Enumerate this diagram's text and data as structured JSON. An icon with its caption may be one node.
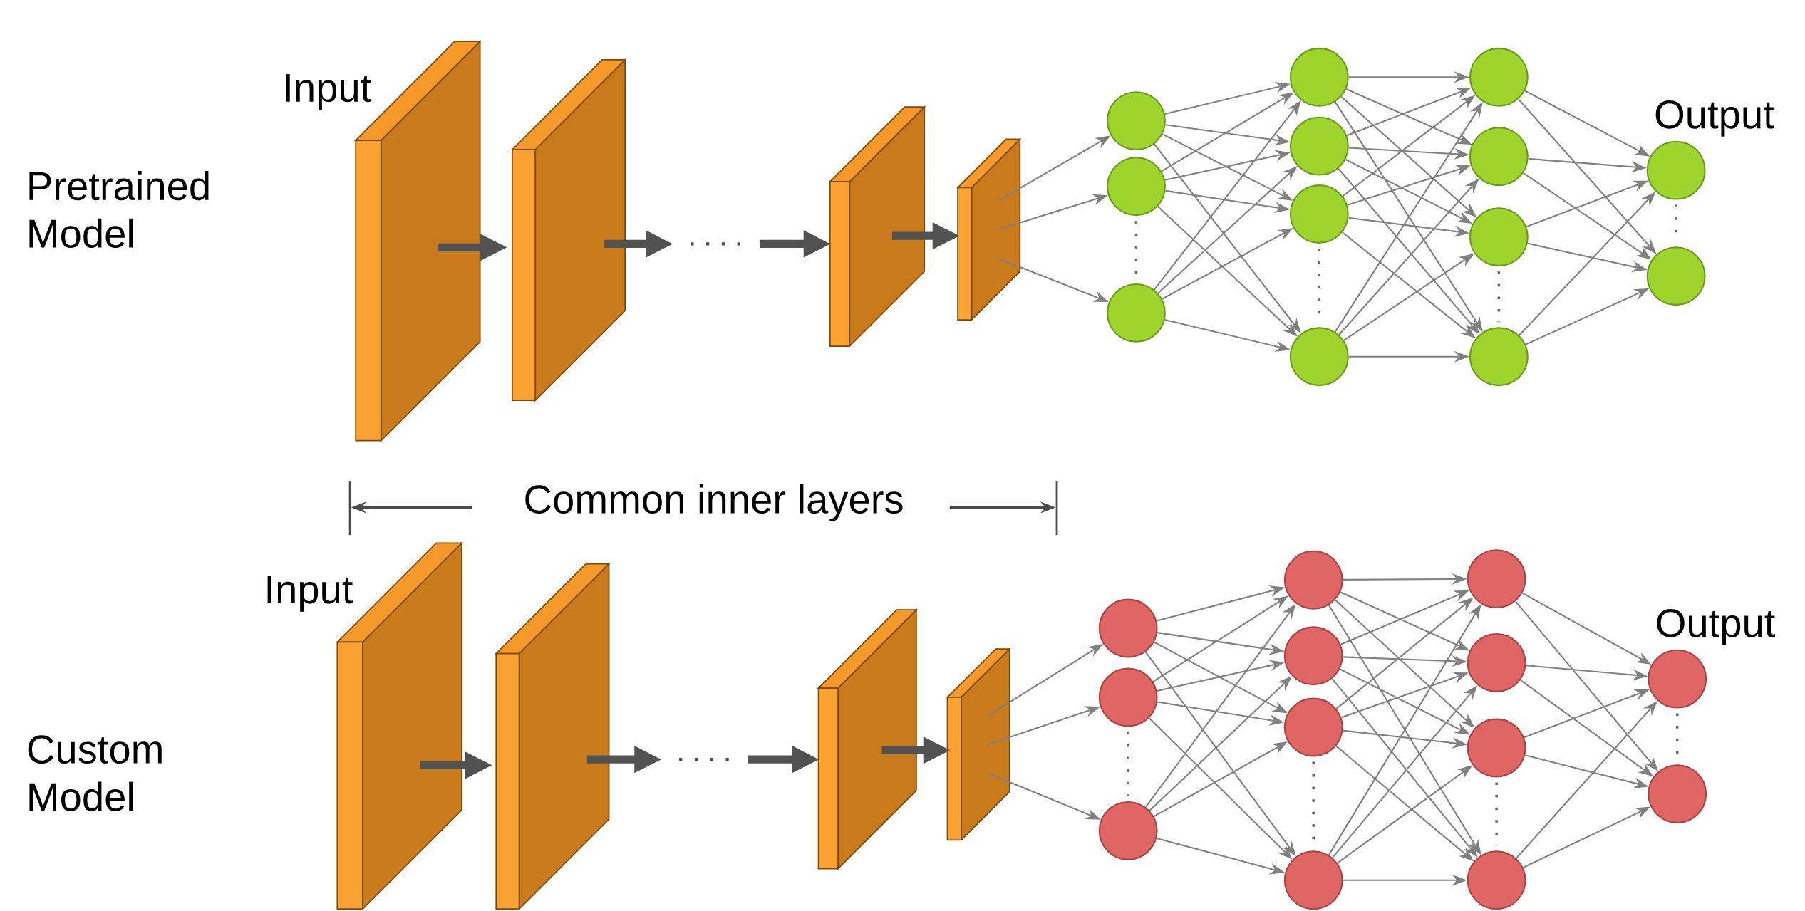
{
  "diagram": {
    "nodes": [
      {
        "text": [],
        "shape": "box",
        "beside": [
          "Input"
        ]
      },
      {
        "text": [],
        "shape": "box"
      },
      {
        "text": [],
        "shape": "box"
      },
      {
        "text": [],
        "shape": "box"
      },
      {
        "text": [],
        "shape": "circle"
      },
      {
        "text": [],
        "shape": "circle"
      },
      {
        "text": [],
        "shape": "circle"
      },
      {
        "text": [],
        "shape": "circle"
      },
      {
        "text": [],
        "shape": "circle"
      },
      {
        "text": [],
        "shape": "circle"
      },
      {
        "text": [],
        "shape": "circle"
      },
      {
        "text": [],
        "shape": "circle"
      },
      {
        "text": [],
        "shape": "circle"
      },
      {
        "text": [],
        "shape": "circle"
      },
      {
        "text": [],
        "shape": "circle"
      },
      {
        "text": [],
        "shape": "circle",
        "beside": [
          "Output"
        ]
      },
      {
        "text": [],
        "shape": "circle"
      },
      {
        "text": [],
        "shape": "box",
        "beside": [
          "Input"
        ]
      },
      {
        "text": [],
        "shape": "box"
      },
      {
        "text": [],
        "shape": "box"
      },
      {
        "text": [],
        "shape": "box"
      },
      {
        "text": [],
        "shape": "circle"
      },
      {
        "text": [],
        "shape": "circle"
      },
      {
        "text": [],
        "shape": "circle"
      },
      {
        "text": [],
        "shape": "circle"
      },
      {
        "text": [],
        "shape": "circle"
      },
      {
        "text": [],
        "shape": "circle"
      },
      {
        "text": [],
        "shape": "circle"
      },
      {
        "text": [],
        "shape": "circle"
      },
      {
        "text": [],
        "shape": "circle"
      },
      {
        "text": [],
        "shape": "circle"
      },
      {
        "text": [],
        "shape": "circle"
      },
      {
        "text": [],
        "shape": "circle",
        "beside": [
          "Output"
        ]
      },
      {
        "text": [],
        "shape": "circle"
      }
    ],
    "edges": [
      {
        "from": 0,
        "to": 1,
        "arrow": "to",
        "style": "thick"
      },
      {
        "from": 1,
        "to": null,
        "arrow": "to",
        "style": "thick"
      },
      {
        "from": null,
        "to": 2,
        "arrow": "to",
        "style": "thick"
      },
      {
        "from": 2,
        "to": 3,
        "arrow": "to",
        "style": "thick"
      },
      {
        "from": 3,
        "to": 4,
        "arrow": "to"
      },
      {
        "from": 3,
        "to": 5,
        "arrow": "to"
      },
      {
        "from": 3,
        "to": 6,
        "arrow": "to"
      },
      {
        "from": 4,
        "to": 7,
        "arrow": "to"
      },
      {
        "from": 4,
        "to": 8,
        "arrow": "to"
      },
      {
        "from": 4,
        "to": 9,
        "arrow": "to"
      },
      {
        "from": 4,
        "to": 10,
        "arrow": "to"
      },
      {
        "from": 5,
        "to": 7,
        "arrow": "to"
      },
      {
        "from": 5,
        "to": 8,
        "arrow": "to"
      },
      {
        "from": 5,
        "to": 9,
        "arrow": "to"
      },
      {
        "from": 5,
        "to": 10,
        "arrow": "to"
      },
      {
        "from": 6,
        "to": 7,
        "arrow": "to"
      },
      {
        "from": 6,
        "to": 8,
        "arrow": "to"
      },
      {
        "from": 6,
        "to": 9,
        "arrow": "to"
      },
      {
        "from": 6,
        "to": 10,
        "arrow": "to"
      },
      {
        "from": 7,
        "to": 11,
        "arrow": "to"
      },
      {
        "from": 7,
        "to": 12,
        "arrow": "to"
      },
      {
        "from": 7,
        "to": 13,
        "arrow": "to"
      },
      {
        "from": 7,
        "to": 14,
        "arrow": "to"
      },
      {
        "from": 8,
        "to": 11,
        "arrow": "to"
      },
      {
        "from": 8,
        "to": 12,
        "arrow": "to"
      },
      {
        "from": 8,
        "to": 13,
        "arrow": "to"
      },
      {
        "from": 8,
        "to": 14,
        "arrow": "to"
      },
      {
        "from": 9,
        "to": 11,
        "arrow": "to"
      },
      {
        "from": 9,
        "to": 12,
        "arrow": "to"
      },
      {
        "from": 9,
        "to": 13,
        "arrow": "to"
      },
      {
        "from": 9,
        "to": 14,
        "arrow": "to"
      },
      {
        "from": 10,
        "to": 11,
        "arrow": "to"
      },
      {
        "from": 10,
        "to": 12,
        "arrow": "to"
      },
      {
        "from": 10,
        "to": 13,
        "arrow": "to"
      },
      {
        "from": 10,
        "to": 14,
        "arrow": "to"
      },
      {
        "from": 11,
        "to": 15,
        "arrow": "to"
      },
      {
        "from": 11,
        "to": 16,
        "arrow": "to"
      },
      {
        "from": 12,
        "to": 15,
        "arrow": "to"
      },
      {
        "from": 12,
        "to": 16,
        "arrow": "to"
      },
      {
        "from": 13,
        "to": 15,
        "arrow": "to"
      },
      {
        "from": 13,
        "to": 16,
        "arrow": "to"
      },
      {
        "from": 14,
        "to": 15,
        "arrow": "to"
      },
      {
        "from": 14,
        "to": 16,
        "arrow": "to"
      },
      {
        "from": 17,
        "to": 18,
        "arrow": "to",
        "style": "thick"
      },
      {
        "from": 18,
        "to": null,
        "arrow": "to",
        "style": "thick"
      },
      {
        "from": null,
        "to": 19,
        "arrow": "to",
        "style": "thick"
      },
      {
        "from": 19,
        "to": 20,
        "arrow": "to",
        "style": "thick"
      },
      {
        "from": 20,
        "to": 21,
        "arrow": "to"
      },
      {
        "from": 20,
        "to": 22,
        "arrow": "to"
      },
      {
        "from": 20,
        "to": 23,
        "arrow": "to"
      },
      {
        "from": 21,
        "to": 24,
        "arrow": "to"
      },
      {
        "from": 21,
        "to": 25,
        "arrow": "to"
      },
      {
        "from": 21,
        "to": 26,
        "arrow": "to"
      },
      {
        "from": 21,
        "to": 27,
        "arrow": "to"
      },
      {
        "from": 22,
        "to": 24,
        "arrow": "to"
      },
      {
        "from": 22,
        "to": 25,
        "arrow": "to"
      },
      {
        "from": 22,
        "to": 26,
        "arrow": "to"
      },
      {
        "from": 22,
        "to": 27,
        "arrow": "to"
      },
      {
        "from": 23,
        "to": 24,
        "arrow": "to"
      },
      {
        "from": 23,
        "to": 25,
        "arrow": "to"
      },
      {
        "from": 23,
        "to": 26,
        "arrow": "to"
      },
      {
        "from": 23,
        "to": 27,
        "arrow": "to"
      },
      {
        "from": 24,
        "to": 28,
        "arrow": "to"
      },
      {
        "from": 24,
        "to": 29,
        "arrow": "to"
      },
      {
        "from": 24,
        "to": 30,
        "arrow": "to"
      },
      {
        "from": 24,
        "to": 31,
        "arrow": "to"
      },
      {
        "from": 25,
        "to": 28,
        "arrow": "to"
      },
      {
        "from": 25,
        "to": 29,
        "arrow": "to"
      },
      {
        "from": 25,
        "to": 30,
        "arrow": "to"
      },
      {
        "from": 25,
        "to": 31,
        "arrow": "to"
      },
      {
        "from": 26,
        "to": 28,
        "arrow": "to"
      },
      {
        "from": 26,
        "to": 29,
        "arrow": "to"
      },
      {
        "from": 26,
        "to": 30,
        "arrow": "to"
      },
      {
        "from": 26,
        "to": 31,
        "arrow": "to"
      },
      {
        "from": 27,
        "to": 28,
        "arrow": "to"
      },
      {
        "from": 27,
        "to": 29,
        "arrow": "to"
      },
      {
        "from": 27,
        "to": 30,
        "arrow": "to"
      },
      {
        "from": 27,
        "to": 31,
        "arrow": "to"
      },
      {
        "from": 28,
        "to": 32,
        "arrow": "to"
      },
      {
        "from": 28,
        "to": 33,
        "arrow": "to"
      },
      {
        "from": 29,
        "to": 32,
        "arrow": "to"
      },
      {
        "from": 29,
        "to": 33,
        "arrow": "to"
      },
      {
        "from": 30,
        "to": 32,
        "arrow": "to"
      },
      {
        "from": 30,
        "to": 33,
        "arrow": "to"
      },
      {
        "from": 31,
        "to": 32,
        "arrow": "to"
      },
      {
        "from": 31,
        "to": 33,
        "arrow": "to"
      }
    ],
    "labels": [
      "Pretrained Model",
      "Common inner layers",
      "Custom Model"
    ]
  }
}
